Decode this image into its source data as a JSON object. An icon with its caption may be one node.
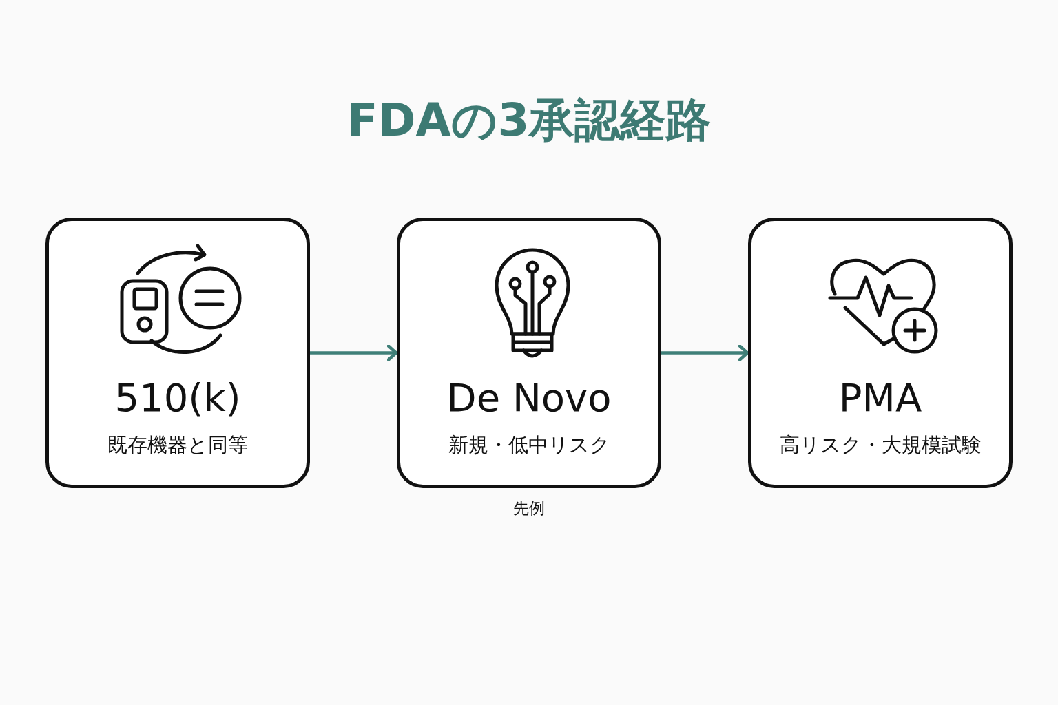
{
  "diagram": {
    "title": "FDAの3承認経路",
    "nodes": [
      {
        "text": [
          "510(k)",
          "既存機器と同等"
        ]
      },
      {
        "text": [
          "De Novo",
          "新規・低中リスク"
        ],
        "beside": [
          "先例"
        ]
      },
      {
        "text": [
          "PMA",
          "高リスク・大規模試験"
        ]
      }
    ],
    "edges": [
      {
        "from": 0,
        "to": 1,
        "arrow": "to"
      },
      {
        "from": 1,
        "to": 2,
        "arrow": "to"
      }
    ]
  }
}
